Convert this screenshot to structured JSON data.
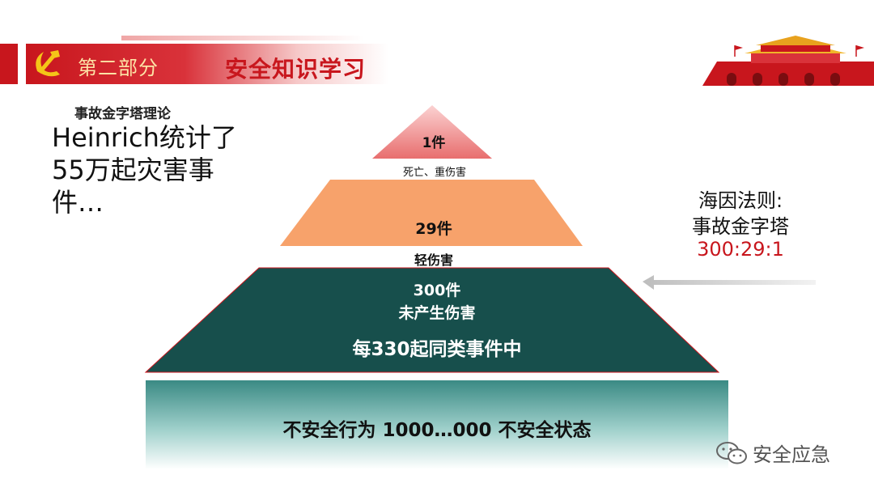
{
  "header": {
    "section_label": "第二部分",
    "section_title": "安全知识学习"
  },
  "left_panel": {
    "theory_title": "事故金字塔理论",
    "description": "Heinrich统计了55万起灾害事件…"
  },
  "pyramid": {
    "levels": [
      {
        "count": "1件",
        "description": "死亡、重伤害",
        "color": "#f08c8c"
      },
      {
        "count": "29件",
        "description": "轻伤害",
        "color": "#f7a26b"
      },
      {
        "count": "300件",
        "description": "未产生伤害",
        "note": "每330起同类事件中",
        "color": "#174f4c"
      }
    ],
    "base": {
      "label": "不安全行为   1000…000   不安全状态",
      "color": "#2f7f7a"
    }
  },
  "law": {
    "title": "海因法则:",
    "subtitle": "事故金字塔",
    "ratio": "300:29:1",
    "ratio_color": "#c8161d"
  },
  "watermark": {
    "text": "安全应急"
  },
  "icons": [
    "party-emblem-icon",
    "tiananmen-icon",
    "arrow-left-icon",
    "wechat-icon"
  ]
}
